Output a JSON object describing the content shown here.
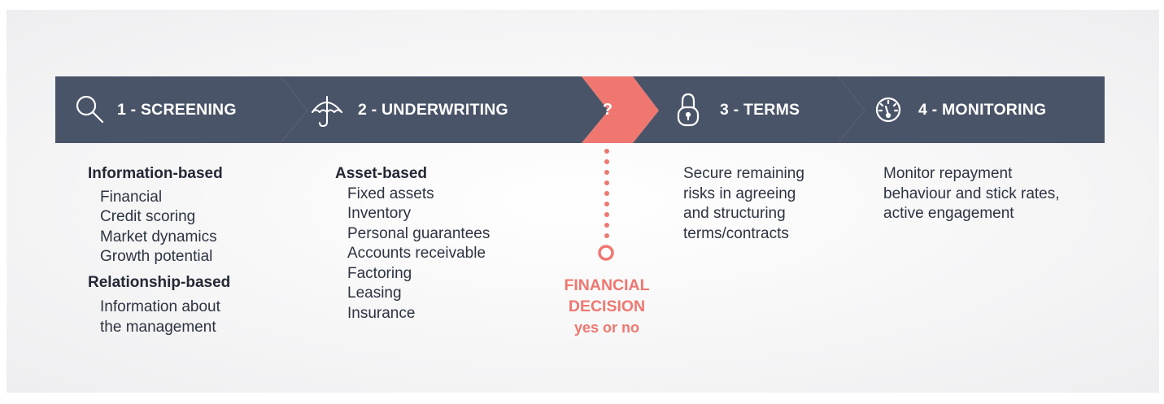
{
  "colors": {
    "bar": "#4a5468",
    "accent": "#ef7770",
    "text": "#2d3340"
  },
  "stages": [
    {
      "icon": "magnifier-icon",
      "label": "1 - SCREENING"
    },
    {
      "icon": "umbrella-icon",
      "label": "2 - UNDERWRITING"
    },
    {
      "icon": "padlock-icon",
      "label": "3 - TERMS"
    },
    {
      "icon": "speedometer-icon",
      "label": "4 - MONITORING"
    }
  ],
  "decision_marker": {
    "symbol": "?",
    "title_line1": "FINANCIAL",
    "title_line2": "DECISION",
    "subtitle": "yes or no"
  },
  "screening": {
    "group1_heading": "Information-based",
    "group1_items": [
      "Financial",
      "Credit scoring",
      "Market dynamics",
      "Growth potential"
    ],
    "group2_heading": "Relationship-based",
    "group2_text_line1": "Information about",
    "group2_text_line2": "the management"
  },
  "underwriting": {
    "heading": "Asset-based",
    "items": [
      "Fixed assets",
      "Inventory",
      "Personal guarantees",
      "Accounts receivable",
      "Factoring",
      "Leasing",
      "Insurance"
    ]
  },
  "terms": {
    "lines": [
      "Secure remaining",
      "risks in agreeing",
      "and structuring",
      "terms/contracts"
    ]
  },
  "monitoring": {
    "lines": [
      "Monitor repayment",
      "behaviour and stick rates,",
      "active engagement"
    ]
  }
}
